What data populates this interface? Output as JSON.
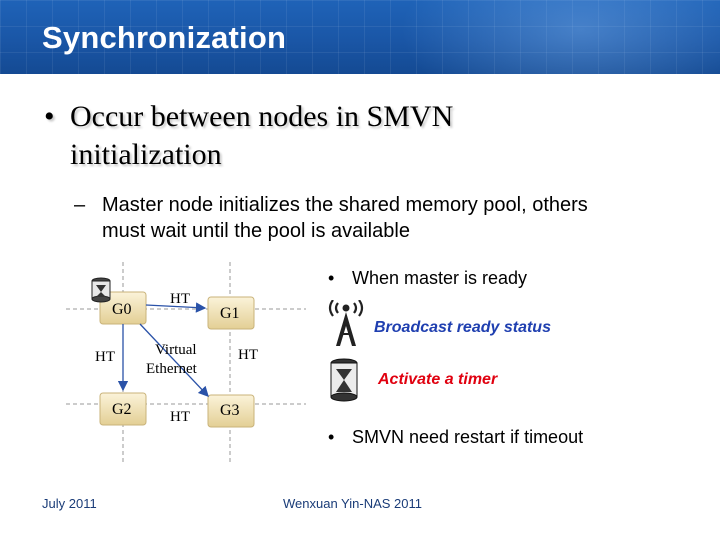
{
  "slide": {
    "title": "Synchronization",
    "bullet": "Occur between nodes in SMVN initialization",
    "bullet_symbol": "•",
    "sub_bullet": "Master node initializes the shared memory pool, others must wait until the pool is available",
    "sub_symbol": "–"
  },
  "diagram": {
    "nodes": {
      "g0": "G0",
      "g1": "G1",
      "g2": "G2",
      "g3": "G3"
    },
    "links": {
      "top": "HT",
      "left": "HT",
      "right": "HT",
      "bottom": "HT"
    },
    "center_line1": "Virtual",
    "center_line2": "Ethernet"
  },
  "right_panel": {
    "bullet_symbol": "•",
    "point1": "When master is ready",
    "action1": "Broadcast ready status",
    "action2": "Activate a timer",
    "point2": "SMVN need restart if timeout"
  },
  "footer": {
    "date": "July 2011",
    "author": "Wenxuan Yin-NAS 2011"
  },
  "colors": {
    "header": "#1a56a6",
    "action1": "#1f3fb0",
    "action2": "#e0000f",
    "footer": "#1a3c78",
    "arrow": "#2a52a8"
  },
  "icons": [
    "database-icon",
    "broadcast-antenna-icon",
    "hourglass-timer-icon"
  ]
}
